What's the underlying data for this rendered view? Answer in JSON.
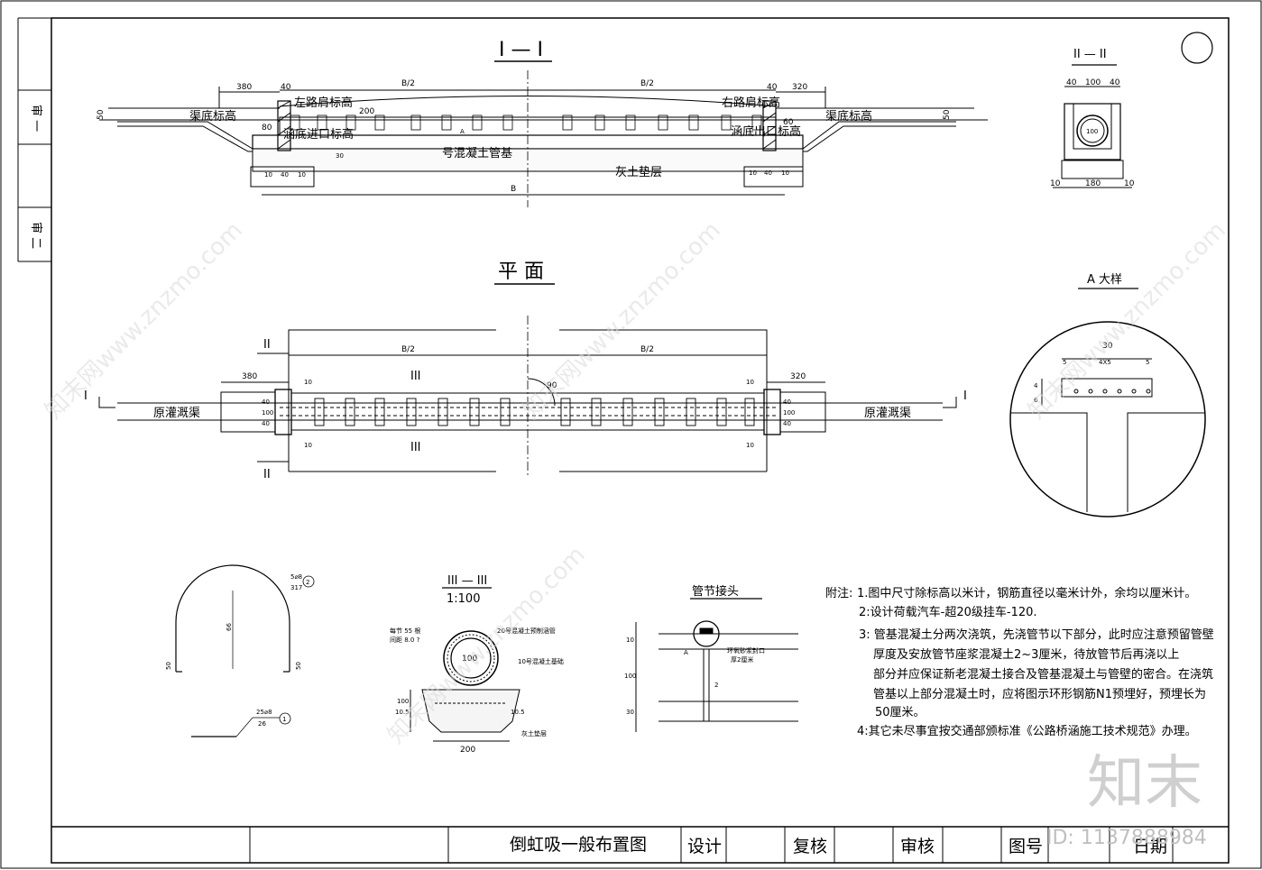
{
  "drawing": {
    "section_title": "I — I",
    "plan_title": "平 面",
    "section2_title": "II — II",
    "detail_title": "A 大样",
    "section3_title": "III — III",
    "section3_scale": "1:100",
    "joint_title": "管节接头"
  },
  "side_stamps": [
    "审 一",
    "审 二"
  ],
  "section_labels": {
    "left_shoulder": "左路肩标高",
    "right_shoulder": "右路肩标高",
    "canal_bottom_left": "渠底标高",
    "canal_bottom_right": "渠底标高",
    "culvert_inlet": "涵底进口标高",
    "culvert_outlet": "涵底出口标高",
    "concrete_base": "号混凝土管基",
    "lime_soil": "灰土垫层",
    "half_b": "B/2",
    "b": "B",
    "letter_a": "A"
  },
  "dims": {
    "d380": "380",
    "d320": "320",
    "d40": "40",
    "d50": "50",
    "d80": "80",
    "d60": "60",
    "d200": "200",
    "d100": "100",
    "d10": "10",
    "d30": "30",
    "d180": "180",
    "d90": "90",
    "d4x5": "4X5",
    "d5": "5",
    "d6": "6",
    "d4": "4",
    "d66": "66",
    "d1": "1",
    "d2": "2"
  },
  "plan_labels": {
    "canal_left": "原灌溉渠",
    "canal_right": "原灌溉渠",
    "mark_i": "I",
    "mark_ii": "II",
    "mark_iii": "III"
  },
  "rebar": {
    "n2_spec": "5⌀8",
    "n2_len": "317",
    "n2_no": "2",
    "n1_spec": "25⌀8",
    "n1_len": "26",
    "n1_no": "1"
  },
  "section3_labels": {
    "pipe_label_1": "每节 55 根",
    "pipe_label_2": "间距 8.0 ?",
    "c20": "20号混凝土预制涵管",
    "c10": "10号混凝土基础",
    "lime": "灰土垫层",
    "d100": "100",
    "d200": "200",
    "d10_5a": "10.5",
    "d10_5b": "10.5"
  },
  "joint_labels": {
    "seal_1": "环氧砂浆封口",
    "seal_2": "厚2厘米",
    "a": "A"
  },
  "notes": {
    "heading": "附注:",
    "items": [
      "1.图中尺寸除标高以米计，钢筋直径以毫米计外，余均以厘米计。",
      "2:设计荷载汽车-超20级挂车-120.",
      "3: 管基混凝土分两次浇筑，先浇管节以下部分，此时应注意预留管壁",
      "厚度及安放管节座浆混凝土2~3厘米，待放管节后再浇以上",
      "部分并应保证新老混凝土接合及管基混凝土与管壁的密合。在浇筑",
      "管基以上部分混凝土时，应将图示环形钢筋N1预埋好，预埋长为",
      "50厘米。",
      "4:其它未尽事宜按交通部颁标准《公路桥涵施工技术规范》办理。"
    ]
  },
  "title_block": {
    "drawing_name": "倒虹吸一般布置图",
    "design": "设计",
    "check": "复核",
    "review": "审核",
    "drawing_no": "图号",
    "date": "日期"
  },
  "watermark": {
    "repeat_text": "知末网www.znzmo.com",
    "logo_text": "知末",
    "id_text": "ID: 1137888984"
  }
}
